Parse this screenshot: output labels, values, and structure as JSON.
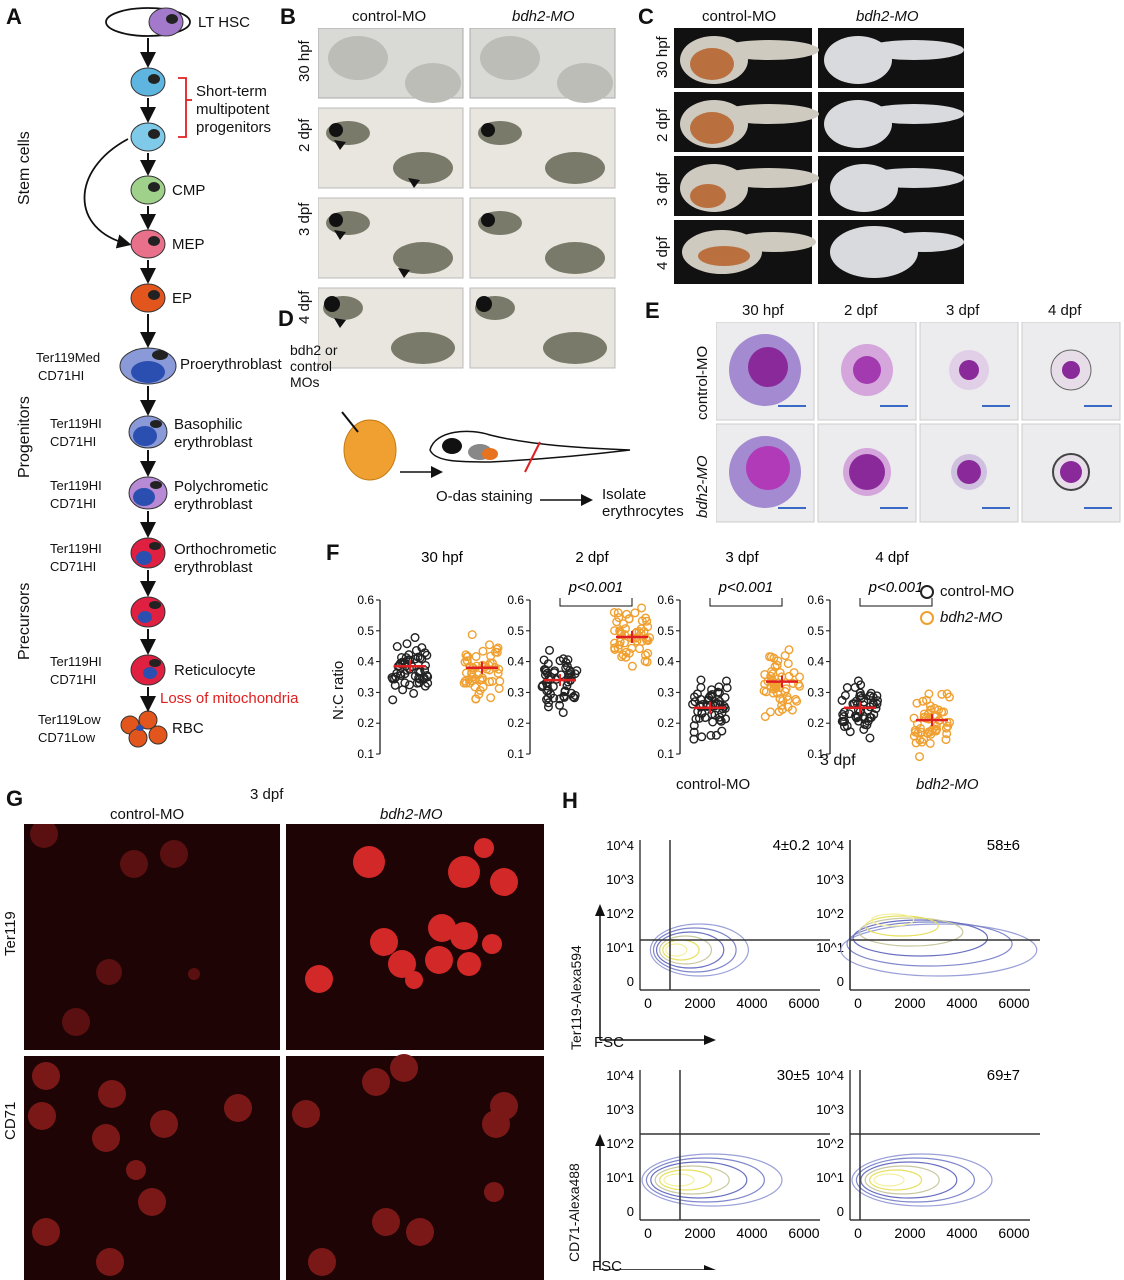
{
  "panels": {
    "a": "A",
    "b": "B",
    "c": "C",
    "d": "D",
    "e": "E",
    "f": "F",
    "g": "G",
    "h": "H"
  },
  "panelA": {
    "stages": {
      "lthsc": "LT HSC",
      "cmp": "CMP",
      "mep": "MEP",
      "ep": "EP",
      "proery": "Proerythroblast",
      "baso": "Basophilic erythroblast",
      "poly": "Polychrometic erythroblast",
      "ortho": "Orthochrometic erythroblast",
      "retic": "Reticulocyte",
      "rbc": "RBC"
    },
    "bracket": "Short-term multipotent progenitors",
    "mito": "Loss of mitochondria",
    "groups": {
      "stem": "Stem cells",
      "prog": "Progenitors",
      "prec": "Precursors"
    },
    "markers": {
      "ter_med": "Ter119Med",
      "ter_hi": "Ter119HI",
      "ter_low": "Ter119Low",
      "cd_hi": "CD71HI",
      "cd_low": "CD71Low"
    },
    "colors": {
      "red": "#e02020",
      "blue": "#2a4fb0",
      "orange": "#e8731e"
    }
  },
  "panelB": {
    "col1": "control-MO",
    "col2": "bdh2-MO",
    "rows": [
      "30 hpf",
      "2 dpf",
      "3 dpf",
      "4 dpf"
    ]
  },
  "panelC": {
    "col1": "control-MO",
    "col2": "bdh2-MO",
    "rows": [
      "30 hpf",
      "2 dpf",
      "3 dpf",
      "4 dpf"
    ]
  },
  "panelD": {
    "mos": "bdh2 or control MOs",
    "stain": "O-das staining",
    "isolate": "Isolate erythrocytes"
  },
  "panelE": {
    "cols": [
      "30 hpf",
      "2 dpf",
      "3 dpf",
      "4 dpf"
    ],
    "rows": [
      "control-MO",
      "bdh2-MO"
    ]
  },
  "chart_data": [
    {
      "type": "scatter",
      "title": "30 hpf",
      "ylabel": "N:C ratio",
      "ylim": [
        0.1,
        0.6
      ],
      "yticks": [
        "0.1",
        "0.2",
        "0.3",
        "0.4",
        "0.5",
        "0.6"
      ],
      "series": [
        {
          "name": "control-MO",
          "mean": 0.385
        },
        {
          "name": "bdh2-MO",
          "mean": 0.38
        }
      ]
    },
    {
      "type": "scatter",
      "title": "2 dpf",
      "pvalue": "p<0.001",
      "ylim": [
        0.1,
        0.6
      ],
      "yticks": [
        "0.1",
        "0.2",
        "0.3",
        "0.4",
        "0.5",
        "0.6"
      ],
      "series": [
        {
          "name": "control-MO",
          "mean": 0.34
        },
        {
          "name": "bdh2-MO",
          "mean": 0.48
        }
      ]
    },
    {
      "type": "scatter",
      "title": "3 dpf",
      "pvalue": "p<0.001",
      "ylim": [
        0.1,
        0.6
      ],
      "yticks": [
        "0.1",
        "0.2",
        "0.3",
        "0.4",
        "0.5",
        "0.6"
      ],
      "series": [
        {
          "name": "control-MO",
          "mean": 0.25
        },
        {
          "name": "bdh2-MO",
          "mean": 0.335
        }
      ]
    },
    {
      "type": "scatter",
      "title": "4 dpf",
      "pvalue": "p<0.001",
      "ylim": [
        0.1,
        0.6
      ],
      "yticks": [
        "0.1",
        "0.2",
        "0.3",
        "0.4",
        "0.5",
        "0.6"
      ],
      "series": [
        {
          "name": "control-MO",
          "mean": 0.25
        },
        {
          "name": "bdh2-MO",
          "mean": 0.21
        }
      ]
    }
  ],
  "legend": {
    "control": "control-MO",
    "bdh2": "bdh2-MO",
    "control_color": "#222222",
    "bdh2_color": "#f0a030"
  },
  "panelG": {
    "title": "3 dpf",
    "col1": "control-MO",
    "col2": "bdh2-MO",
    "row1": "Ter119",
    "row2": "CD71"
  },
  "panelH": {
    "title": "3 dpf",
    "col1": "control-MO",
    "col2": "bdh2-MO",
    "ylabel1": "Ter119-Alexa594",
    "ylabel2": "CD71-Alexa488",
    "xlabel": "FSC",
    "xticks": [
      "0",
      "2000",
      "4000",
      "6000"
    ],
    "yticks": [
      "0",
      "10^1",
      "10^2",
      "10^3",
      "10^4"
    ],
    "values": [
      "4±0.2",
      "58±6",
      "30±5",
      "69±7"
    ]
  }
}
